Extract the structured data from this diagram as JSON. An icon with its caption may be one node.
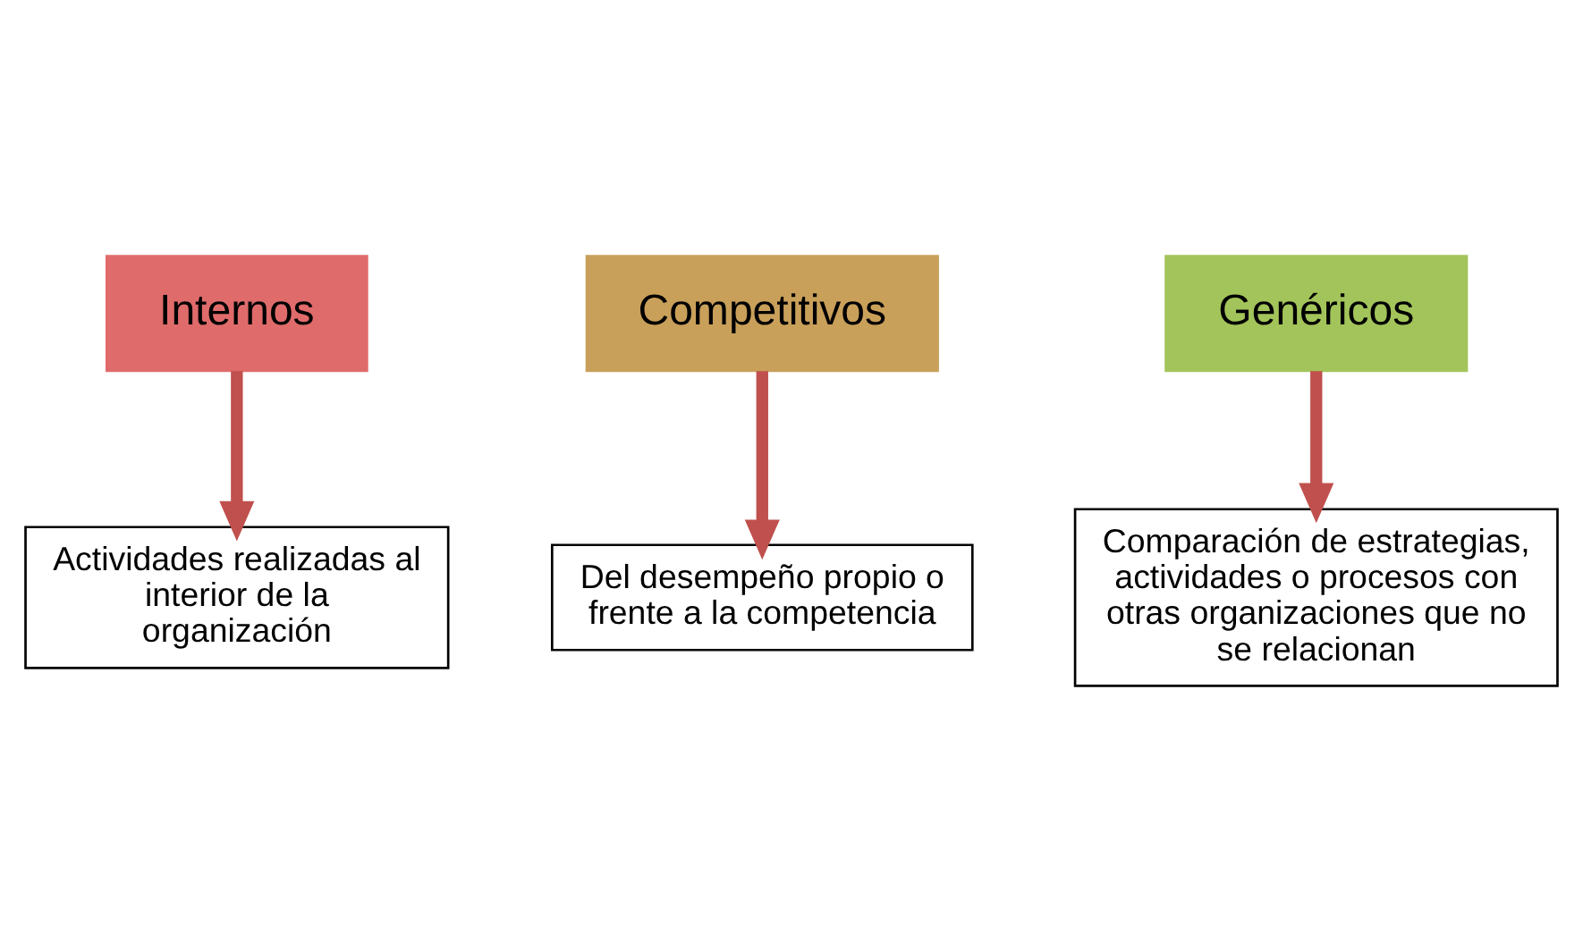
{
  "diagram": {
    "nodes": [
      {
        "text": [
          "Internos"
        ]
      },
      {
        "text": [
          "Competitivos"
        ]
      },
      {
        "text": [
          "Genéricos"
        ]
      },
      {
        "text": [
          "Comparación de estrategias, actividades o procesos con otras organizaciones que no se relacionan"
        ]
      },
      {
        "text": [
          "Del desempeño propio o frente a la competencia"
        ]
      },
      {
        "text": [
          "Actividades realizadas al interior de la organización"
        ]
      }
    ],
    "edges": [
      {
        "from": 0,
        "to": 5,
        "arrow": "to"
      },
      {
        "from": 1,
        "to": 4,
        "arrow": "to"
      },
      {
        "from": 2,
        "to": 3,
        "arrow": "to"
      }
    ]
  }
}
